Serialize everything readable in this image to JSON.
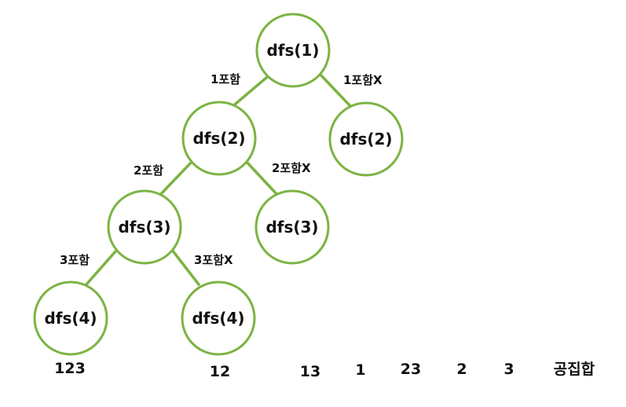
{
  "colors": {
    "node_stroke": "#7cb342",
    "edge": "#7cb342",
    "text": "#111111"
  },
  "nodes": [
    {
      "id": "root",
      "label": "dfs(1)"
    },
    {
      "id": "n2_inc",
      "label": "dfs(2)"
    },
    {
      "id": "n2_exc",
      "label": "dfs(2)"
    },
    {
      "id": "n3_inc",
      "label": "dfs(3)"
    },
    {
      "id": "n3_exc",
      "label": "dfs(3)"
    },
    {
      "id": "n4_inc",
      "label": "dfs(4)"
    },
    {
      "id": "n4_exc",
      "label": "dfs(4)"
    }
  ],
  "edges": [
    {
      "from": "root",
      "to": "n2_inc",
      "label": "1포함"
    },
    {
      "from": "root",
      "to": "n2_exc",
      "label": "1포함X"
    },
    {
      "from": "n2_inc",
      "to": "n3_inc",
      "label": "2포함"
    },
    {
      "from": "n2_inc",
      "to": "n3_exc",
      "label": "2포함X"
    },
    {
      "from": "n3_inc",
      "to": "n4_inc",
      "label": "3포함"
    },
    {
      "from": "n3_inc",
      "to": "n4_exc",
      "label": "3포함X"
    }
  ],
  "results": [
    "123",
    "12",
    "13",
    "1",
    "23",
    "2",
    "3",
    "공집합"
  ]
}
